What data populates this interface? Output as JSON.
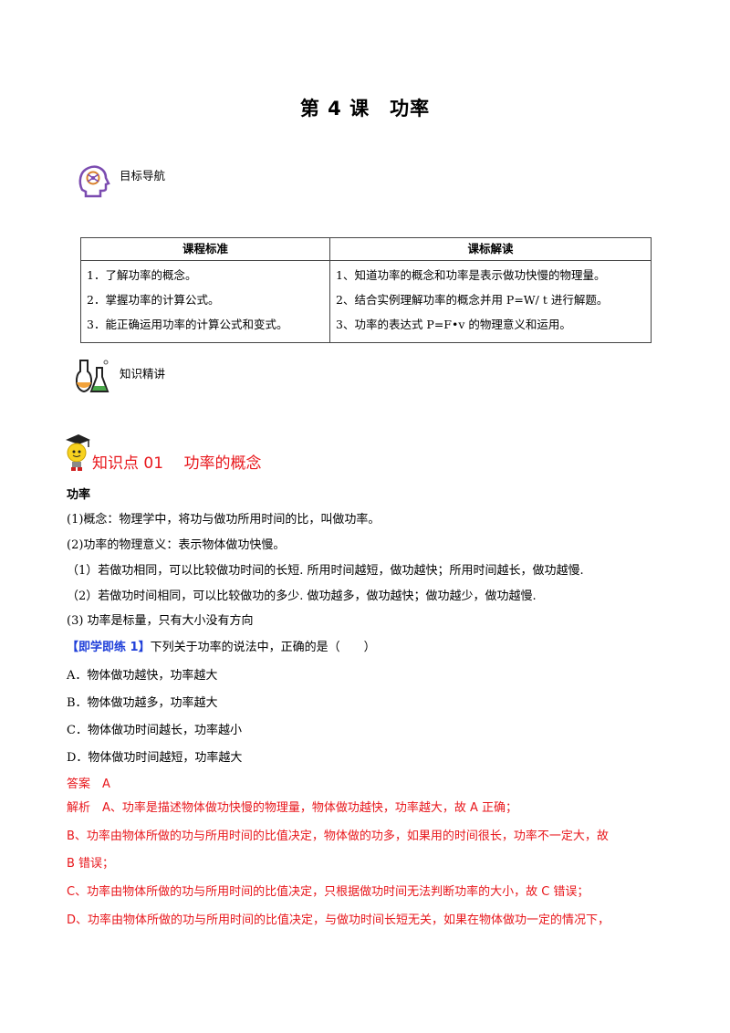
{
  "title": "第 4 课　功率",
  "nav_label": "目标导航",
  "table": {
    "headers": [
      "课程标准",
      "课标解读"
    ],
    "left": [
      "1．了解功率的概念。",
      "2．掌握功率的计算公式。",
      "3．能正确运用功率的计算公式和变式。"
    ],
    "right": [
      "1、知道功率的概念和功率是表示做功快慢的物理量。",
      "2、结合实例理解功率的概念并用 P=W/ t 进行解题。",
      "3、功率的表达式 P=F•v 的物理意义和运用。"
    ]
  },
  "knowledge_label": "知识精讲",
  "kp_title": "知识点 01　 功率的概念",
  "heading": "功率",
  "lines": [
    "(1)概念：物理学中，将功与做功所用时间的比，叫做功率。",
    "(2)功率的物理意义：表示物体做功快慢。",
    "（1）若做功相同，可以比较做功时间的长短. 所用时间越短，做功越快；所用时间越长，做功越慢.",
    "（2）若做功时间相同，可以比较做功的多少. 做功越多，做功越快；做功越少，做功越慢.",
    "(3) 功率是标量，只有大小没有方向"
  ],
  "exercise_tag": "【即学即练 1】",
  "exercise_q": "下列关于功率的说法中，正确的是（　　）",
  "options": [
    "A．物体做功越快，功率越大",
    "B．物体做功越多，功率越大",
    "C．物体做功时间越长，功率越小",
    "D．物体做功时间越短，功率越大"
  ],
  "answer": "答案　A",
  "analysis": [
    "解析　A、功率是描述物体做功快慢的物理量，物体做功越快，功率越大，故 A 正确；",
    "B、功率由物体所做的功与所用时间的比值决定，物体做的功多，如果用的时间很长，功率不一定大，故",
    "B 错误；",
    "C、功率由物体所做的功与所用时间的比值决定，只根据做功时间无法判断功率的大小，故 C 错误；",
    "D、功率由物体所做的功与所用时间的比值决定，与做功时间长短无关，如果在物体做功一定的情况下，"
  ]
}
